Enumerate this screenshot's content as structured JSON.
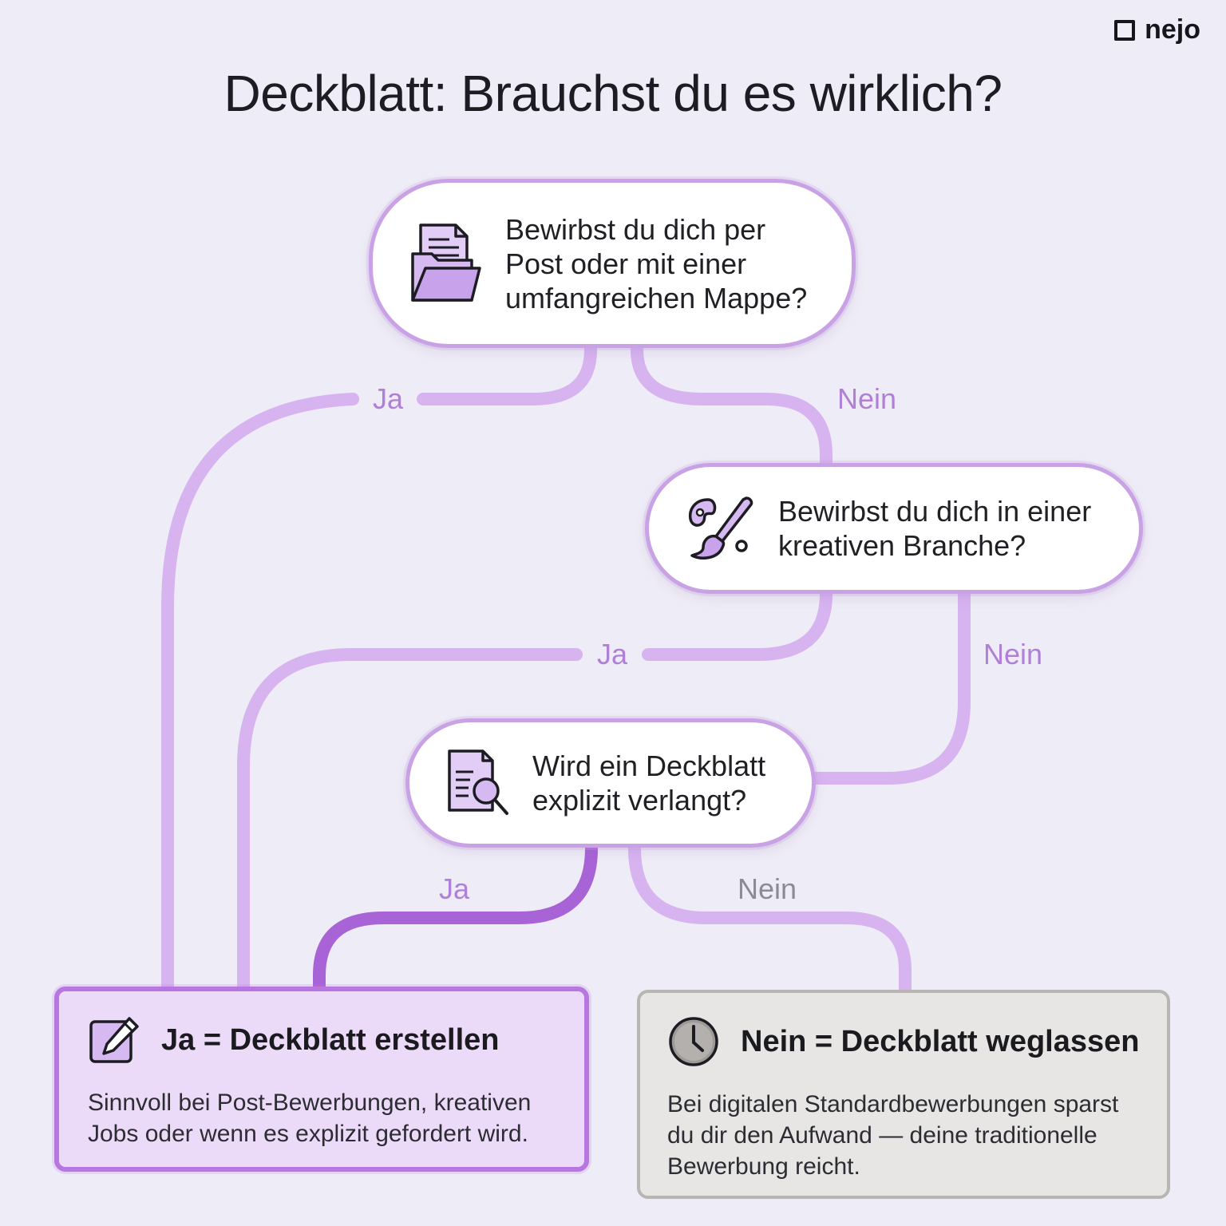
{
  "brand": "nejo",
  "title": "Deckblatt: Brauchst du es wirklich?",
  "questions": [
    {
      "lines": [
        "Bewirbst du dich per",
        "Post oder mit einer",
        "umfangreichen Mappe?"
      ],
      "icon": "folder-document-icon"
    },
    {
      "lines": [
        "Bewirbst du dich in einer",
        "kreativen Branche?"
      ],
      "icon": "paintbrush-palette-icon"
    },
    {
      "lines": [
        "Wird ein Deckblatt",
        "explizit verlangt?"
      ],
      "icon": "document-search-icon"
    }
  ],
  "edge_labels": {
    "q1_yes": "Ja",
    "q1_no": "Nein",
    "q2_yes": "Ja",
    "q2_no": "Nein",
    "q3_yes": "Ja",
    "q3_no": "Nein"
  },
  "results": {
    "yes": {
      "title": "Ja = Deckblatt erstellen",
      "lines": [
        "Sinnvoll bei Post-Bewerbungen, kreativen",
        "Jobs oder wenn es explizit gefordert wird."
      ],
      "icon": "edit-pencil-icon"
    },
    "no": {
      "title": "Nein = Deckblatt weglassen",
      "lines": [
        "Bei digitalen Standardbewerbungen sparst",
        "du dir den Aufwand — deine traditionelle",
        "Bewerbung reicht."
      ],
      "icon": "clock-icon"
    }
  },
  "colors": {
    "background": "#eeecf6",
    "connector": "#d7b3f0",
    "connector_strong": "#a863d6",
    "node_border": "#c9a2e6",
    "yes_fill": "#ecdbf8",
    "no_fill": "#e7e6e4"
  }
}
